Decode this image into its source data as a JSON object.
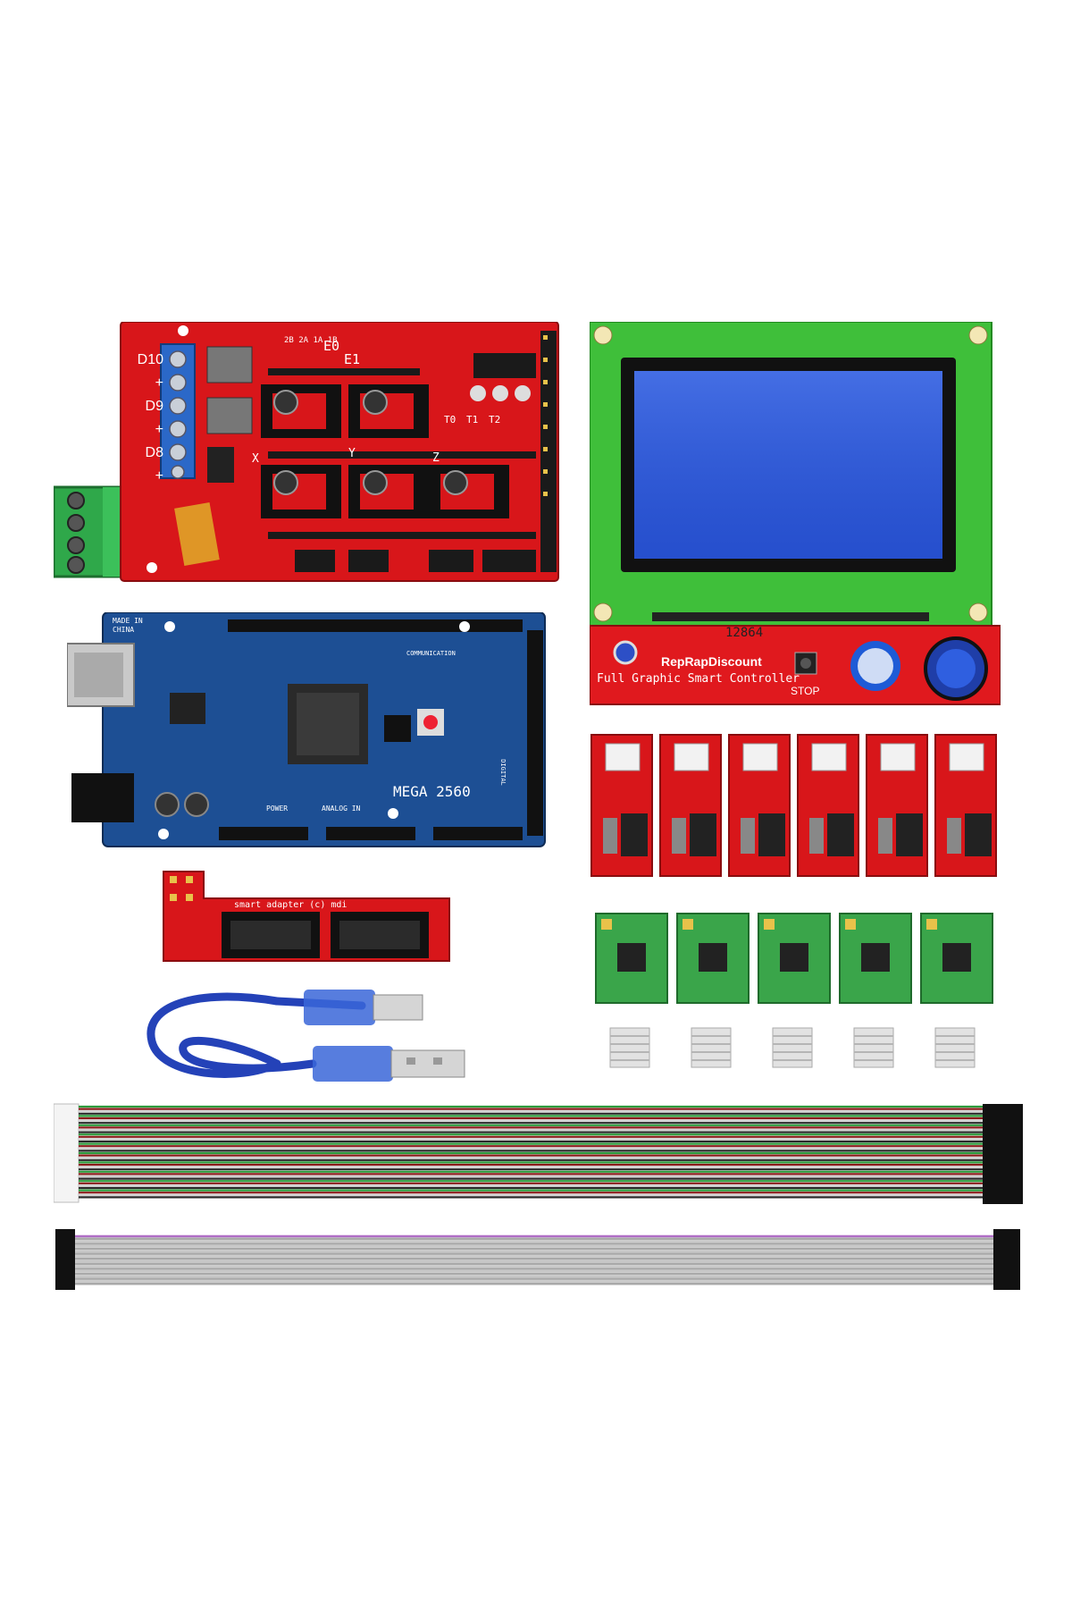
{
  "ramps": {
    "pin_labels": [
      "D10",
      "+",
      "D9",
      "+",
      "D8",
      "+"
    ],
    "slot_labels": [
      "E0",
      "E1",
      "X",
      "Y",
      "Z",
      "T0",
      "T1",
      "T2"
    ],
    "jumper_label": "2B 2A 1A 1B"
  },
  "lcd": {
    "model": "12864",
    "brand": "RepRapDiscount",
    "title": "Full Graphic Smart Controller",
    "stop_label": "STOP"
  },
  "mega": {
    "model": "MEGA 2560",
    "origin": "MADE IN CHINA",
    "label_power": "POWER",
    "label_analog": "ANALOG IN",
    "label_comm": "COMMUNICATION",
    "label_digital": "DIGITAL"
  },
  "adapter": {
    "label": "smart adapter (c) mdi"
  },
  "kit_counts": {
    "endstops": 6,
    "drivers": 5,
    "heatsinks": 5
  },
  "colors": {
    "ramps_red": "#d8161a",
    "mega_blue": "#1d4f94",
    "lcd_green": "#3fbf3a",
    "lcd_screen": "#2a56d8",
    "driver_green": "#3aa54a",
    "cable_blue": "#2442b8"
  }
}
